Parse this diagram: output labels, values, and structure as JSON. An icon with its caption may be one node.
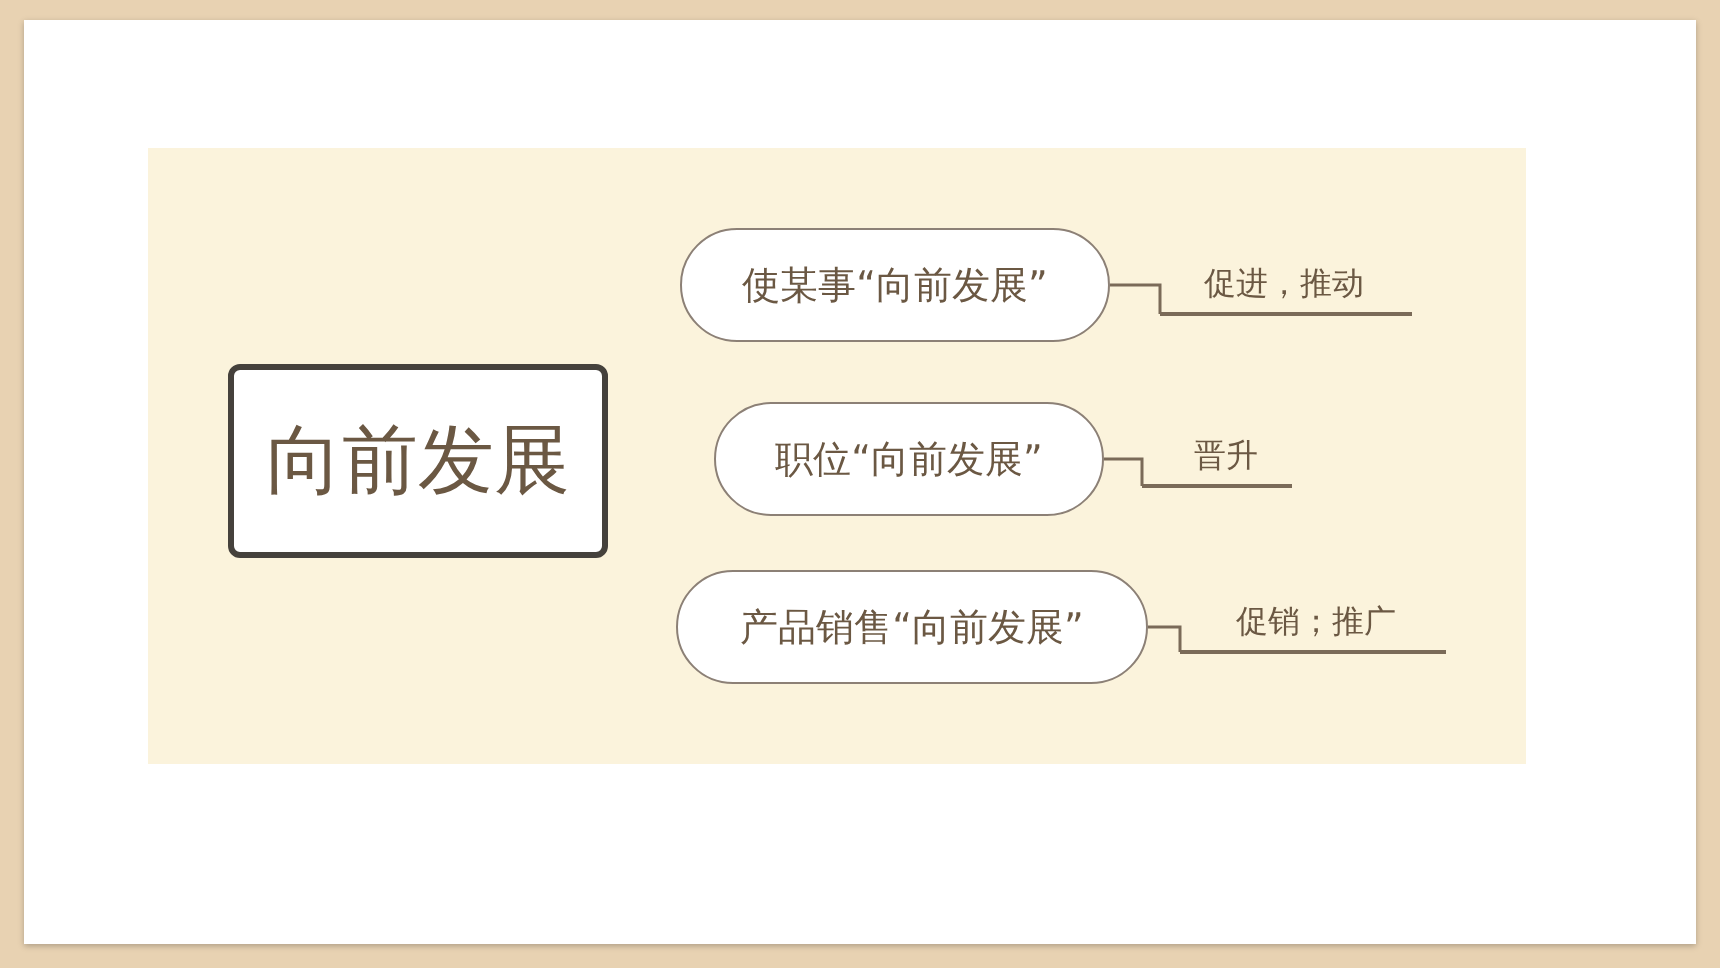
{
  "diagram": {
    "nodes": [
      {
        "text": [
          "向前发展"
        ]
      },
      {
        "text": [
          "使某事“向前发展”"
        ]
      },
      {
        "text": [
          "职位“向前发展”"
        ]
      },
      {
        "text": [
          "产品销售“向前发展”"
        ]
      },
      {
        "text": [
          "促进，推动"
        ]
      },
      {
        "text": [
          "晋升"
        ]
      },
      {
        "text": [
          "促销；推广"
        ]
      }
    ],
    "edges": [
      {
        "from": 1,
        "to": 4,
        "arrow": "none"
      },
      {
        "from": 2,
        "to": 5,
        "arrow": "none"
      },
      {
        "from": 3,
        "to": 6,
        "arrow": "none"
      }
    ]
  }
}
